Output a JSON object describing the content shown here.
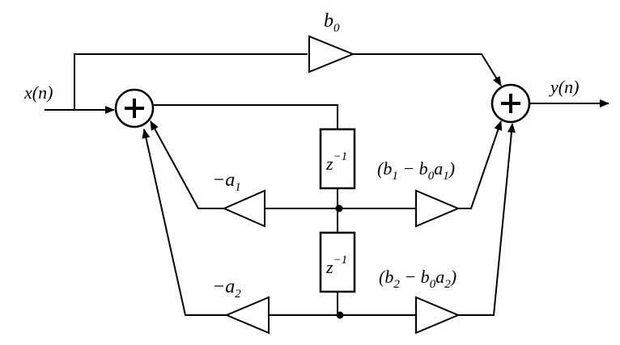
{
  "diagram": {
    "input_label": "x(n)",
    "output_label": "y(n)",
    "delay_label": "z",
    "delay_exp": "−1",
    "sum_symbol": "+",
    "gains": {
      "b0": {
        "base": "b",
        "sub": "0"
      },
      "neg_a1": {
        "base": "−a",
        "sub": "1"
      },
      "neg_a2": {
        "base": "−a",
        "sub": "2"
      },
      "g1": {
        "pre": "(b",
        "s1": "1",
        "mid": " − b",
        "s2": "0",
        "a": "a",
        "s3": "1",
        "post": ")"
      },
      "g2": {
        "pre": "(b",
        "s1": "2",
        "mid": " − b",
        "s2": "0",
        "a": "a",
        "s3": "2",
        "post": ")"
      }
    }
  }
}
